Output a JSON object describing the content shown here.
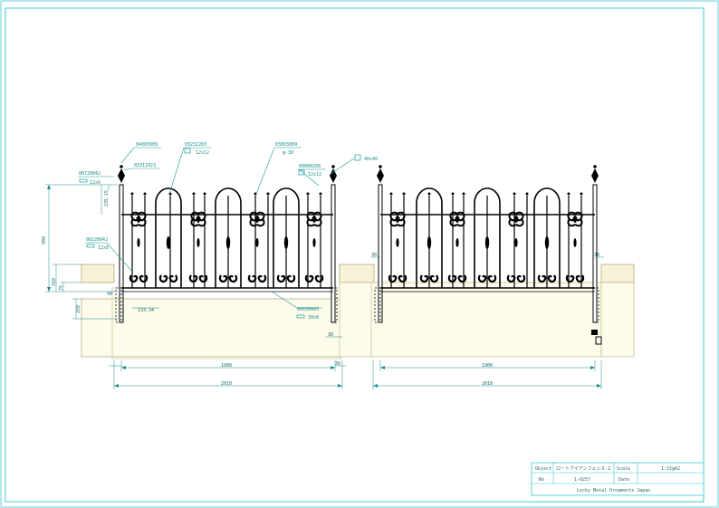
{
  "parts": {
    "finial_code": "04003009",
    "finial2_code": "03311023",
    "post_code": "00720042",
    "post_size": "12x6",
    "ring_code": "03232203",
    "ring_size": "12x12",
    "disc_code": "03003009",
    "disc_size": "φ-30",
    "bar_code": "00000208",
    "bar_size": "12x12",
    "square_post_size": "40x40",
    "rail_code": "00220042",
    "rail_size": "12x6",
    "bottom_code": "00030045",
    "bottom_size": "30x8"
  },
  "dimensions": {
    "total_height": "908",
    "upper_height": "235",
    "upper_small": "15",
    "base_height": "310",
    "base_small": "75",
    "foot_height": "250",
    "gap": "133.34",
    "left_post_gap": "40",
    "left_span": "1900",
    "left_total": "2010",
    "right_span": "1900",
    "right_total": "2010",
    "small_a": "30",
    "small_b": "30",
    "small_c": "30",
    "small_d": "30"
  },
  "title_block": {
    "object_label": "Object",
    "object_value": "ロートアイアンフェンス-2",
    "scale_label": "Scale",
    "scale_value": "1:15@A2",
    "no_label": "No",
    "no_value": "1-0257",
    "date_label": "Date",
    "date_value": "",
    "company": "Locky Metal Ornaments Japan"
  }
}
